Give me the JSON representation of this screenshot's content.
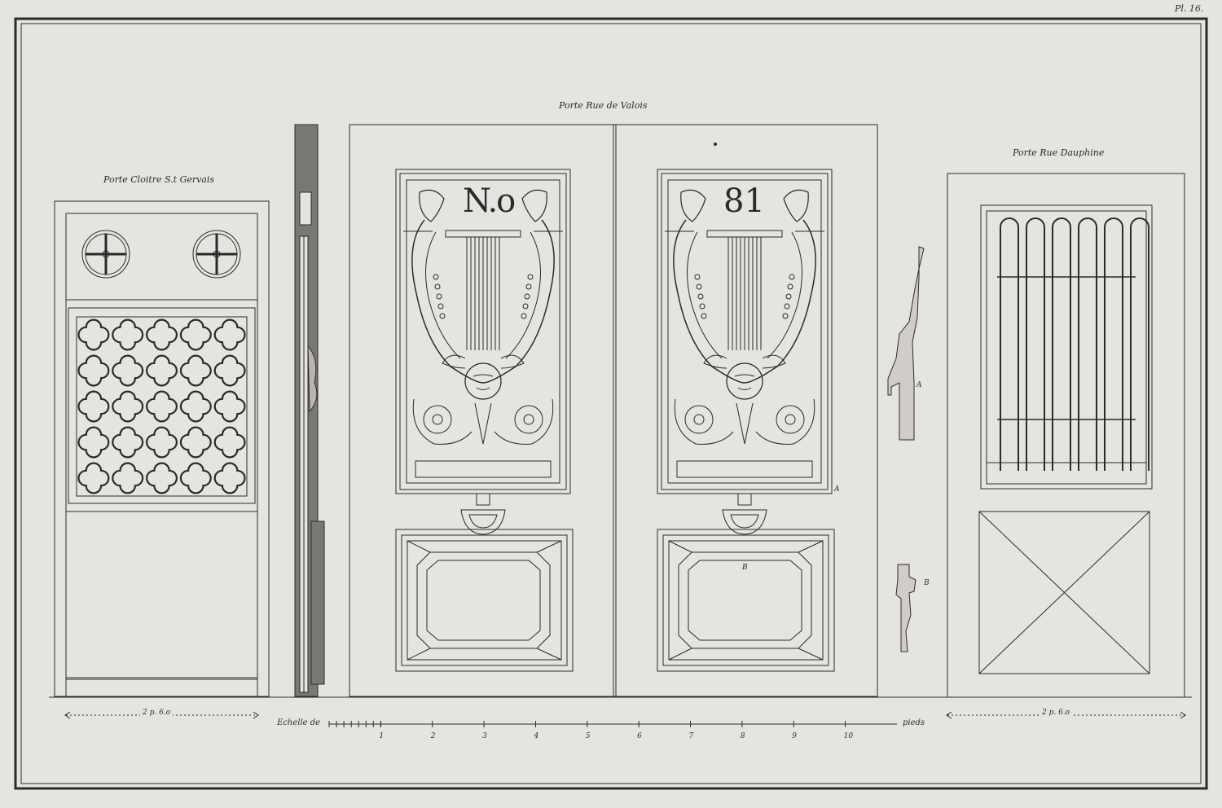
{
  "plate_number": "Pl. 16.",
  "titles": {
    "left": "Porte Cloitre S.t Gervais",
    "center": "Porte Rue de Valois",
    "right": "Porte Rue Dauphine"
  },
  "door_number": {
    "prefix": "N.o",
    "number": "81"
  },
  "section_labels": {
    "a": "A",
    "b": "B"
  },
  "dimensions": {
    "left": "2 p. 6.o",
    "right": "2 p. 6.o"
  },
  "scale": {
    "label": "Echelle de",
    "unit": "pieds",
    "ticks": [
      "1",
      "2",
      "3",
      "4",
      "5",
      "6",
      "7",
      "8",
      "9",
      "10"
    ]
  },
  "colors": {
    "paper": "#e6e4e0",
    "ink": "#2a2a2a"
  }
}
